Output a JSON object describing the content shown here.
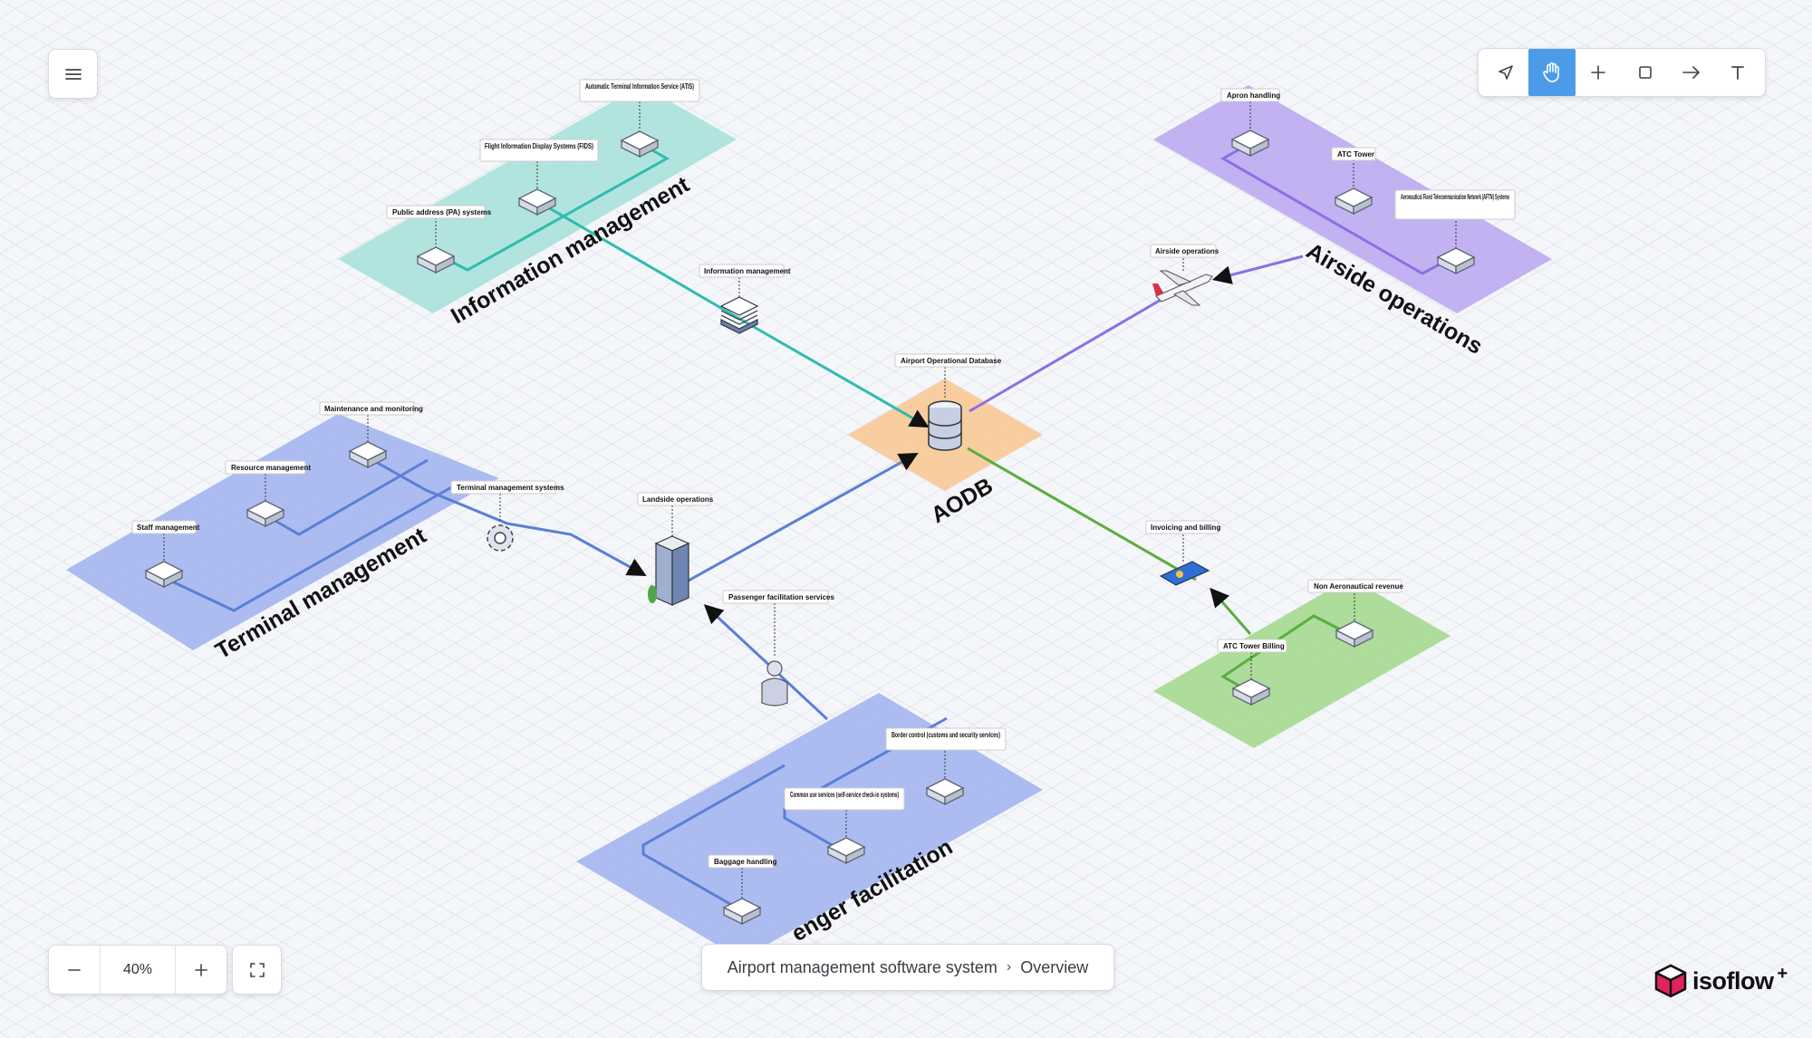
{
  "toolbar": {
    "menu_icon": "hamburger-menu-icon",
    "tools": [
      {
        "name": "select",
        "icon": "pointer-arrow-icon",
        "active": false
      },
      {
        "name": "pan",
        "icon": "hand-icon",
        "active": true
      },
      {
        "name": "add-item",
        "icon": "plus-icon",
        "active": false
      },
      {
        "name": "rectangle",
        "icon": "square-icon",
        "active": false
      },
      {
        "name": "connector",
        "icon": "arrow-right-icon",
        "active": false
      },
      {
        "name": "text",
        "icon": "text-t-icon",
        "active": false
      }
    ]
  },
  "zoom": {
    "value": "40%",
    "minus_icon": "minus-icon",
    "plus_icon": "plus-icon",
    "fit_icon": "fullscreen-icon"
  },
  "breadcrumb": {
    "project": "Airport management software system",
    "view": "Overview",
    "separator": "›"
  },
  "logo": {
    "text": "isoflow",
    "suffix": "+"
  },
  "colors": {
    "teal": "#2fbcae",
    "purple": "#8c6fe3",
    "blue": "#5b7fd6",
    "green": "#5aae3e",
    "orange": "#f6c690",
    "accent": "#4c9be8"
  },
  "diagram": {
    "zones": {
      "info": "Information management",
      "airside": "Airside operations",
      "terminal": "Terminal management",
      "passenger": "enger facilitation",
      "aodb": "AODB"
    },
    "labels": {
      "atis": "Automatic Terminal Information Service (ATIS)",
      "fids": "Flight Information Display Systems (FIDS)",
      "pa": "Public address (PA) systems",
      "info_mgmt": "Information management",
      "apron": "Apron handling",
      "atc_tower": "ATC Tower",
      "aftn": "Aeronautical Fixed Telecommunication Network (AFTN) Systems",
      "airside_ops": "Airside operations",
      "aodb_db": "Airport Operational Database",
      "maintenance": "Maintenance and monitoring",
      "resource": "Resource management",
      "staff": "Staff management",
      "terminal_sys": "Terminal management systems",
      "landside": "Landside operations",
      "passenger_services": "Passenger facilitation services",
      "border": "Border control (customs and security services)",
      "common_use": "Common use services (self-service check-in systems)",
      "baggage": "Baggage handling",
      "invoicing": "Invoicing and billing",
      "non_aero": "Non Aeronautical revenue",
      "atc_billing": "ATC Tower Billing"
    }
  }
}
